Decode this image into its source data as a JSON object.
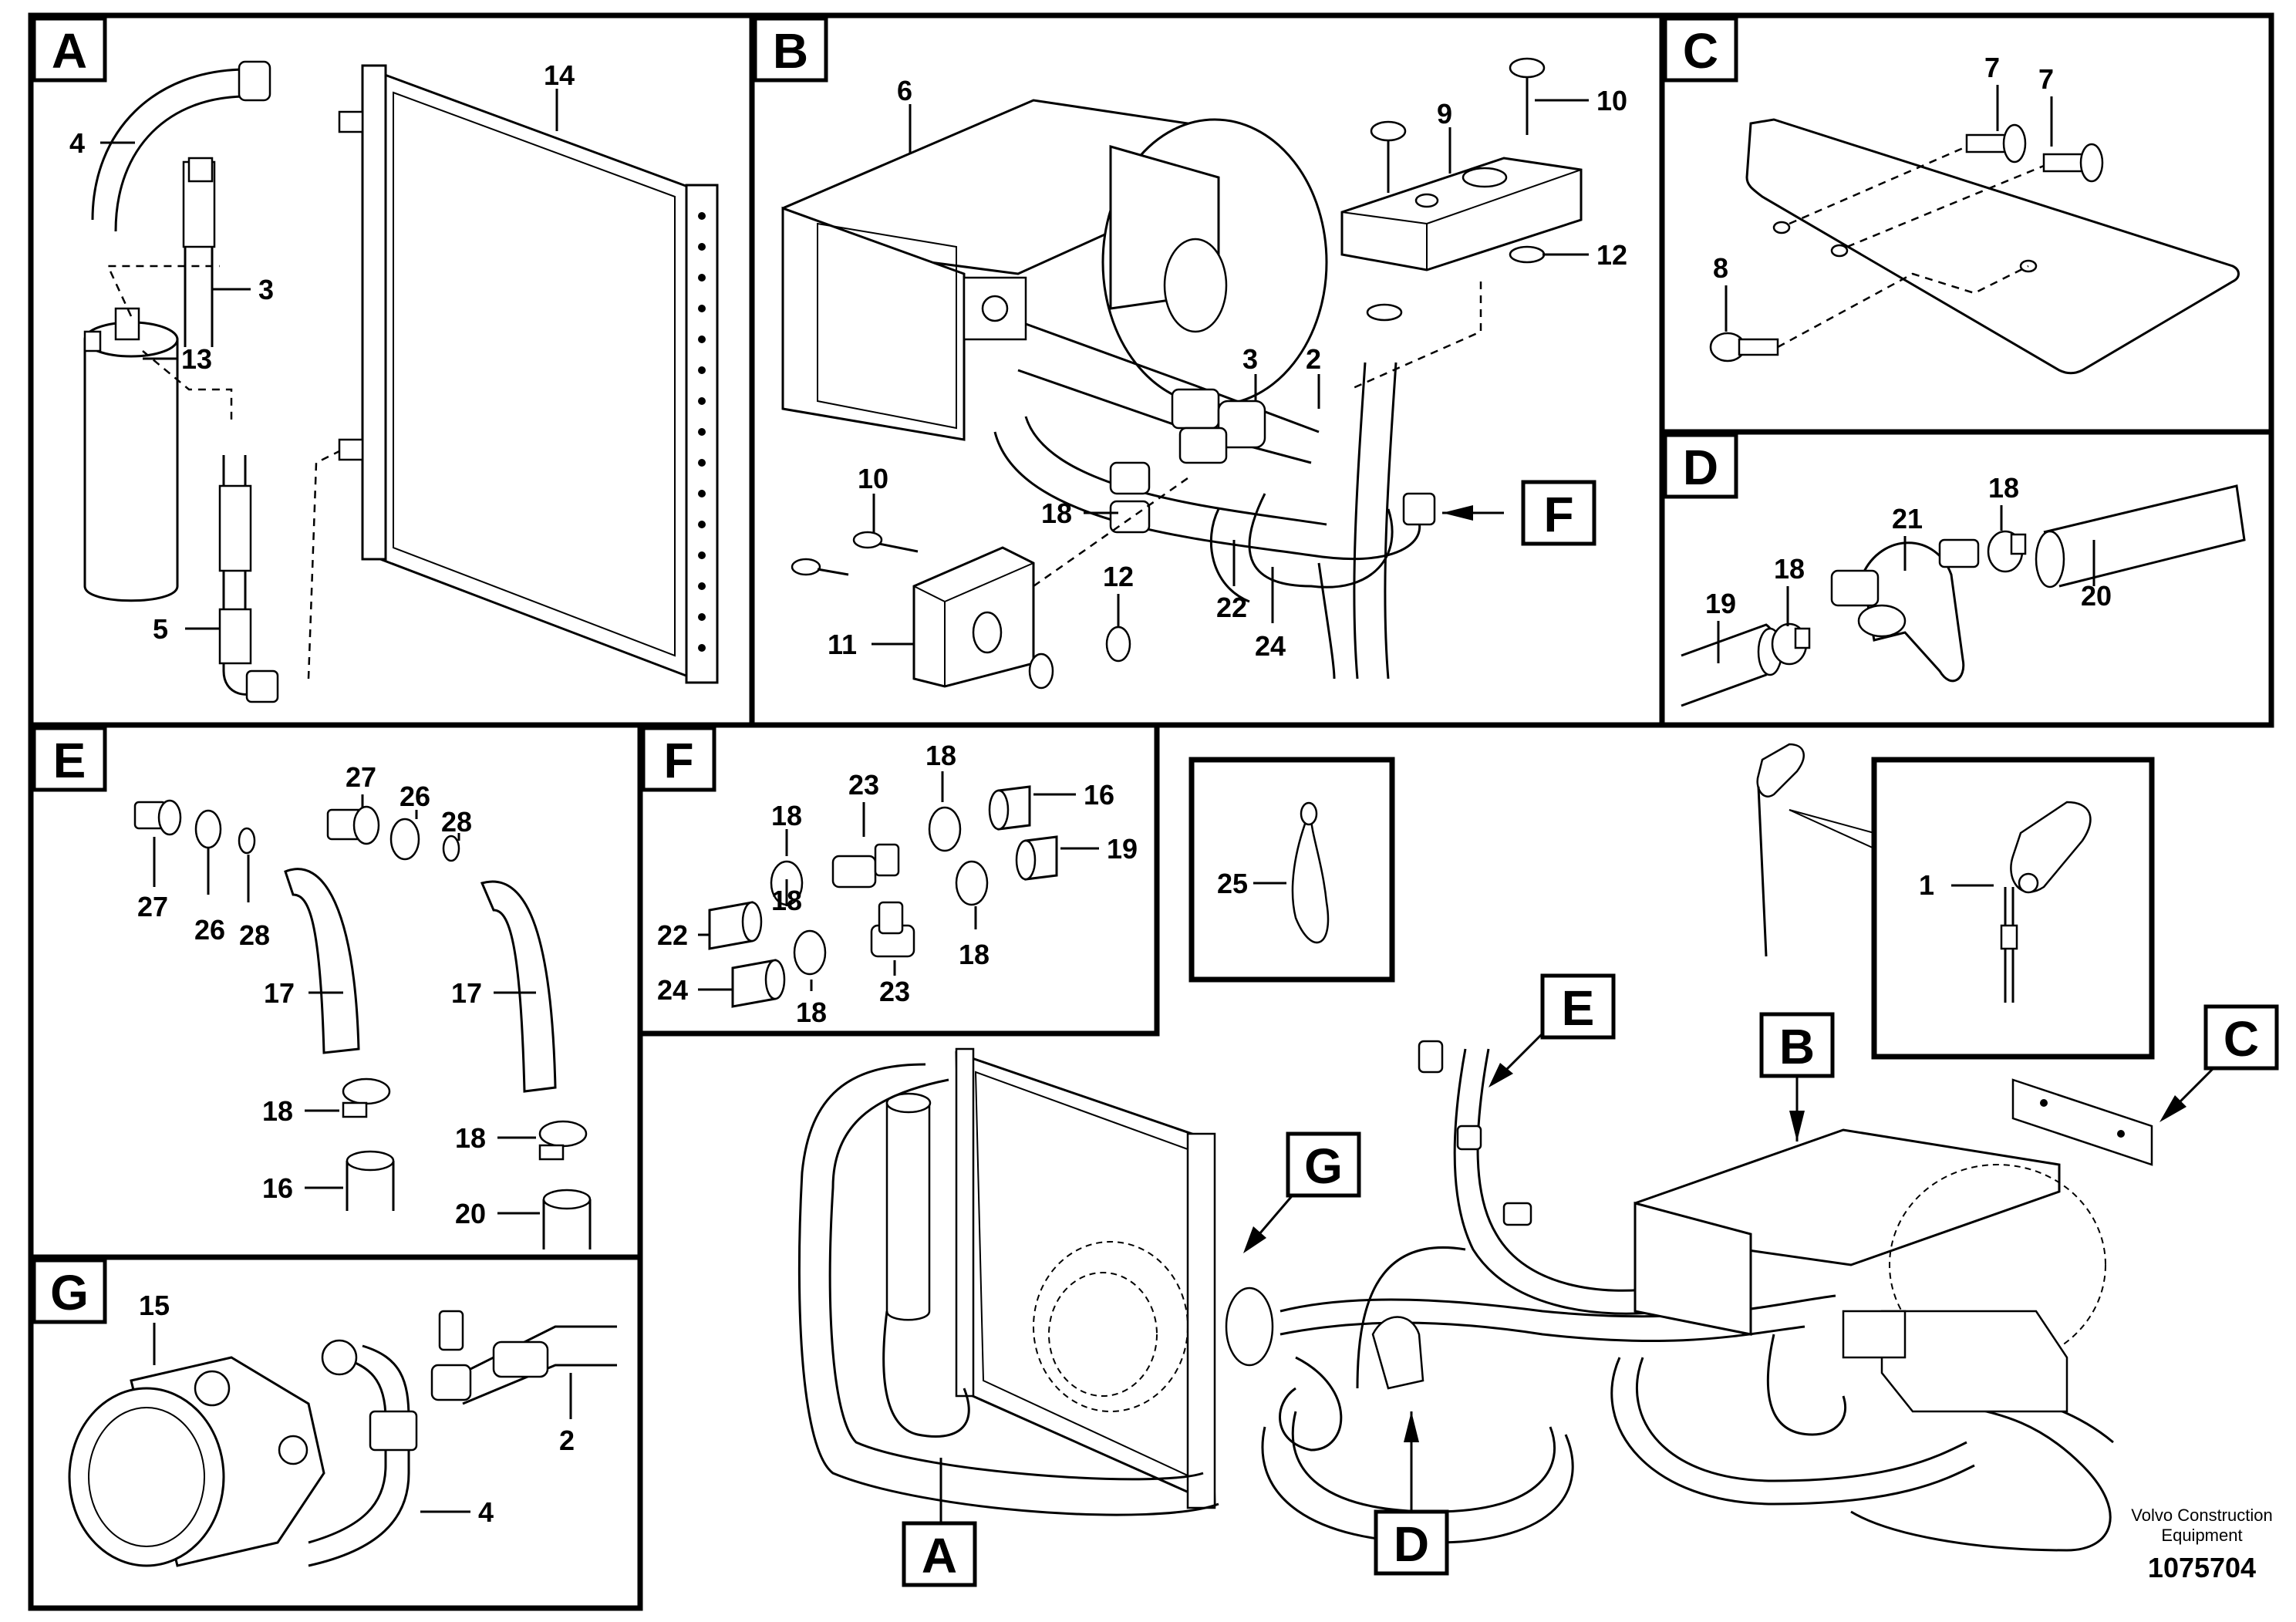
{
  "panels": {
    "A": "A",
    "B": "B",
    "C": "C",
    "D": "D",
    "E": "E",
    "F": "F",
    "G": "G"
  },
  "callouts_main": {
    "A": "A",
    "B": "B",
    "C": "C",
    "D": "D",
    "E": "E",
    "F": "F",
    "G": "G"
  },
  "numbers": {
    "A": [
      "14",
      "4",
      "3",
      "13",
      "5"
    ],
    "B": [
      "6",
      "9",
      "10",
      "12",
      "3",
      "2",
      "10",
      "18",
      "12",
      "11",
      "22",
      "24"
    ],
    "C": [
      "7",
      "7",
      "8"
    ],
    "D": [
      "18",
      "21",
      "18",
      "19",
      "20"
    ],
    "E": [
      "27",
      "26",
      "28",
      "27",
      "26",
      "28",
      "17",
      "17",
      "18",
      "18",
      "16",
      "20"
    ],
    "F": [
      "18",
      "23",
      "18",
      "16",
      "19",
      "22",
      "18",
      "24",
      "23",
      "18",
      "18"
    ],
    "G": [
      "15",
      "2",
      "4"
    ],
    "clip": [
      "25"
    ],
    "detail": [
      "1"
    ]
  },
  "footer": {
    "brand_line1": "Volvo Construction",
    "brand_line2": "Equipment",
    "drawing_number": "1075704"
  }
}
